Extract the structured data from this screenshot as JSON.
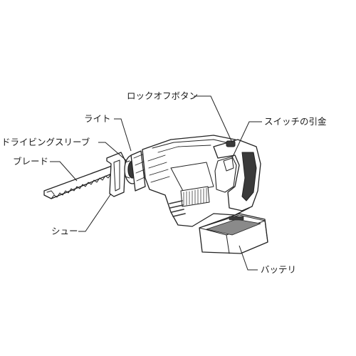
{
  "labels": {
    "lock_off_button": "ロックオフボタン",
    "light": "ライト",
    "switch_trigger": "スイッチの引金",
    "drive_sleeve": "ドライビングスリーブ",
    "blade": "ブレード",
    "shoe": "シュー",
    "battery": "バッテリ"
  },
  "colors": {
    "ink": "#1a1a1a",
    "line": "#222222",
    "body_fill": "#ffffff",
    "dark_fill": "#3a3a3a",
    "mid_fill": "#8a8a8a"
  }
}
